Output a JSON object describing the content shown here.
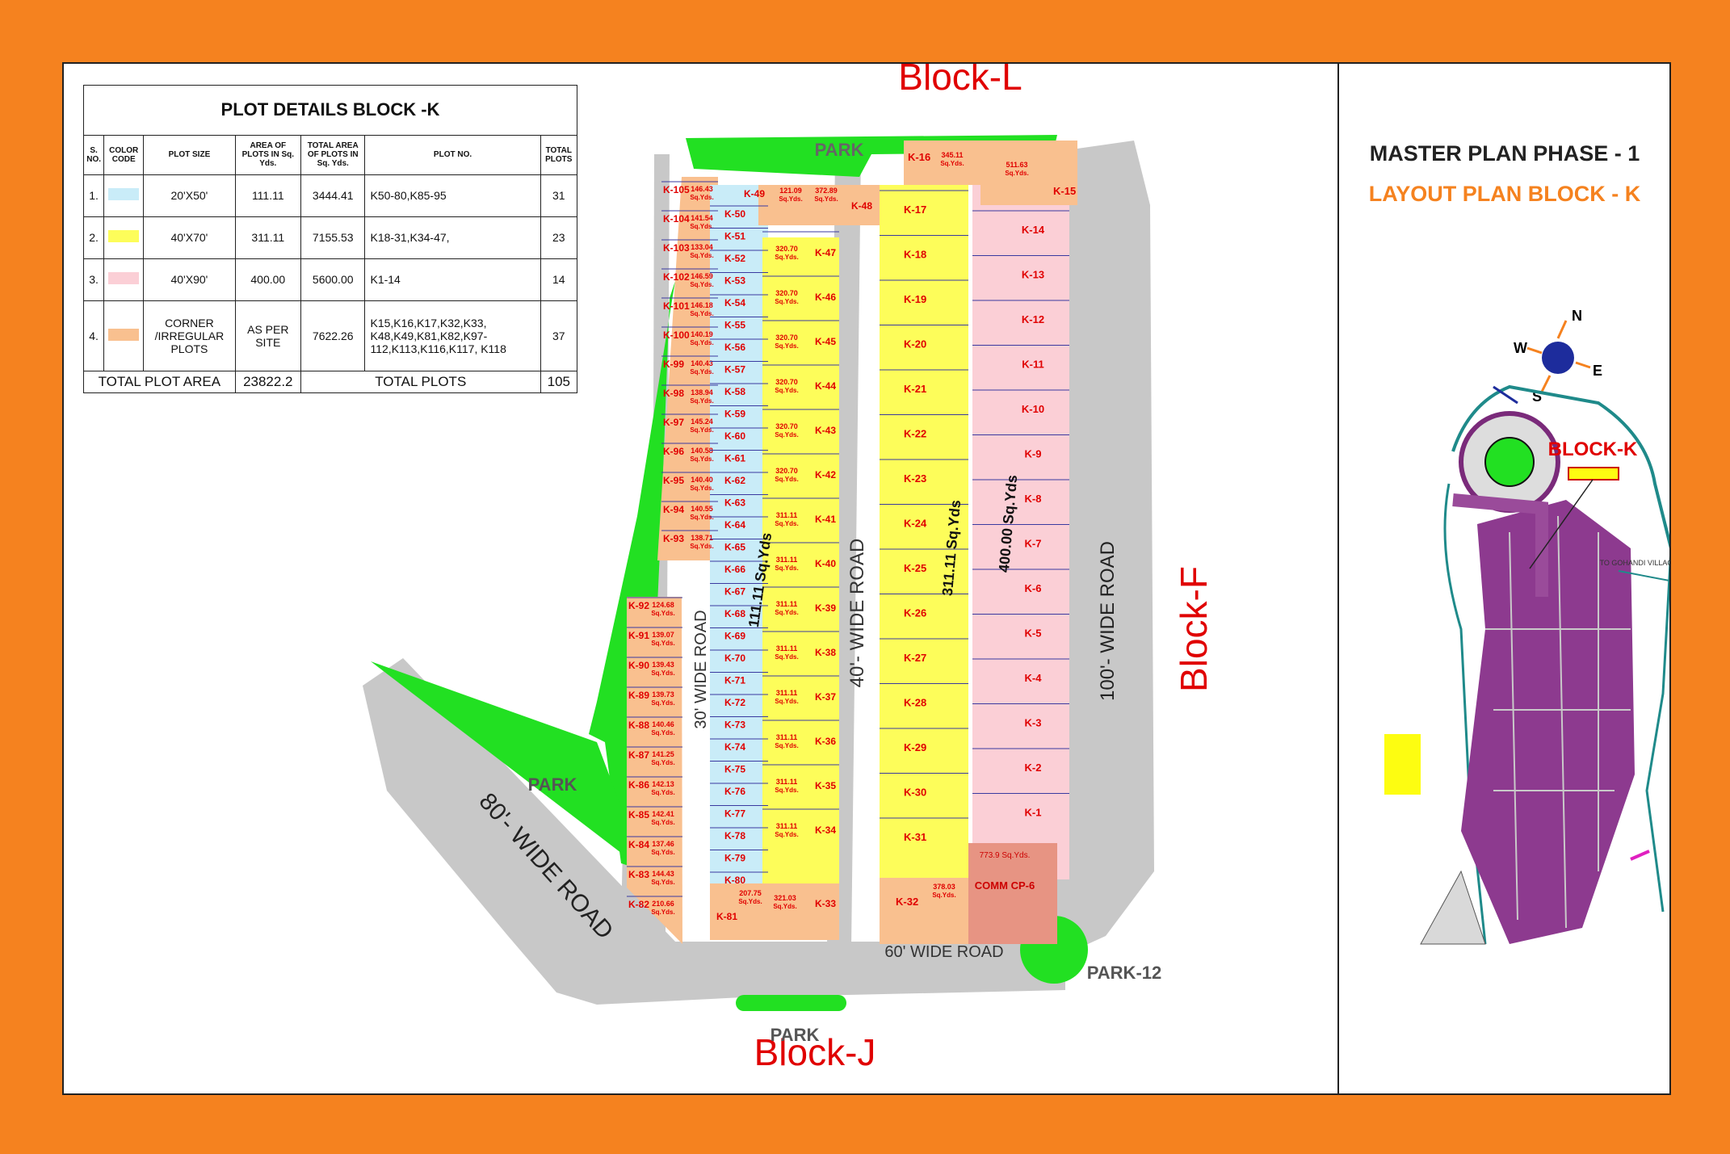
{
  "table": {
    "title": "PLOT DETAILS BLOCK -K",
    "headers": [
      "S. NO.",
      "COLOR CODE",
      "PLOT SIZE",
      "AREA OF PLOTS IN Sq. Yds.",
      "TOTAL AREA OF PLOTS IN Sq. Yds.",
      "PLOT NO.",
      "TOTAL PLOTS"
    ],
    "rows": [
      {
        "sno": "1.",
        "color": "#c9ecf8",
        "size": "20'X50'",
        "area": "111.11",
        "total_area": "3444.41",
        "plots": "K50-80,K85-95",
        "count": "31"
      },
      {
        "sno": "2.",
        "color": "#fdfd5a",
        "size": "40'X70'",
        "area": "311.11",
        "total_area": "7155.53",
        "plots": "K18-31,K34-47,",
        "count": "23"
      },
      {
        "sno": "3.",
        "color": "#fbcfd6",
        "size": "40'X90'",
        "area": "400.00",
        "total_area": "5600.00",
        "plots": "K1-14",
        "count": "14"
      },
      {
        "sno": "4.",
        "color": "#f9c08f",
        "size": "CORNER /IRREGULAR PLOTS",
        "area": "AS PER SITE",
        "total_area": "7622.26",
        "plots": "K15,K16,K17,K32,K33, K48,K49,K81,K82,K97-112,K113,K116,K117, K118",
        "count": "37"
      }
    ],
    "total_area_label": "TOTAL PLOT AREA",
    "total_area_value": "23822.2",
    "total_plots_label": "TOTAL PLOTS",
    "total_plots_value": "105"
  },
  "map": {
    "block_l": "Block-L",
    "block_j": "Block-J",
    "block_f": "Block-F",
    "park": "PARK",
    "park_12": "PARK-12",
    "road_80": "80'- WIDE ROAD",
    "road_60": "60' WIDE ROAD",
    "road_40": "40'- WIDE ROAD",
    "road_30": "30' WIDE ROAD",
    "road_100": "100'- WIDE ROAD",
    "col_label_blue": "111.11 Sq.Yds",
    "col_label_yellow": "311.11 Sq.Yds",
    "col_label_pink": "400.00 Sq.Yds",
    "comm_label": "COMM CP-6",
    "comm_area": "773.9 Sq.Yds.",
    "colors": {
      "road": "#c8c8c8",
      "park": "#22e022",
      "blue": "#c9ecf8",
      "yellow": "#fdfd5a",
      "pink": "#fbcfd6",
      "orange": "#f9c08f",
      "comm": "#e79483",
      "plot_text": "#e00000"
    },
    "far_left_plots": [
      "K-105",
      "K-104",
      "K-103",
      "K-102",
      "K-101",
      "K-100",
      "K-99",
      "K-98",
      "K-97",
      "K-96",
      "K-95",
      "K-94",
      "K-93"
    ],
    "far_left_areas": [
      "146.43",
      "141.54",
      "133.04",
      "146.59",
      "146.18",
      "140.19",
      "140.43",
      "138.94",
      "145.24",
      "140.58",
      "140.40",
      "140.55",
      "138.71"
    ],
    "left_lower_plots": [
      "K-92",
      "K-91",
      "K-90",
      "K-89",
      "K-88",
      "K-87",
      "K-86",
      "K-85",
      "K-84",
      "K-83",
      "K-82"
    ],
    "left_lower_areas": [
      "124.68",
      "139.07",
      "139.43",
      "139.73",
      "140.46",
      "141.25",
      "142.13",
      "142.41",
      "137.46",
      "144.43",
      "210.66"
    ],
    "blue_plots": [
      "K-50",
      "K-51",
      "K-52",
      "K-53",
      "K-54",
      "K-55",
      "K-56",
      "K-57",
      "K-58",
      "K-59",
      "K-60",
      "K-61",
      "K-62",
      "K-63",
      "K-64",
      "K-65",
      "K-66",
      "K-67",
      "K-68",
      "K-69",
      "K-70",
      "K-71",
      "K-72",
      "K-73",
      "K-74",
      "K-75",
      "K-76",
      "K-77",
      "K-78",
      "K-79",
      "K-80"
    ],
    "mid_top_plots": [
      "K-49",
      "K-48"
    ],
    "mid_top_areas": [
      "121.09",
      "372.89"
    ],
    "yellow_mid_plots": [
      "K-47",
      "K-46",
      "K-45",
      "K-44",
      "K-43",
      "K-42",
      "K-41",
      "K-40",
      "K-39",
      "K-38",
      "K-37",
      "K-36",
      "K-35",
      "K-34"
    ],
    "yellow_mid_areas": [
      "320.70",
      "320.70",
      "320.70",
      "320.70",
      "320.70",
      "320.70",
      "311.11",
      "311.11",
      "311.11",
      "311.11",
      "311.11",
      "311.11",
      "311.11",
      "311.11"
    ],
    "k81_label": "K-81",
    "k81_area": "207.75",
    "k33_label": "K-33",
    "k33_area": "321.03",
    "yellow_right_plots": [
      "K-17",
      "K-18",
      "K-19",
      "K-20",
      "K-21",
      "K-22",
      "K-23",
      "K-24",
      "K-25",
      "K-26",
      "K-27",
      "K-28",
      "K-29",
      "K-30",
      "K-31"
    ],
    "pink_plots": [
      "K-14",
      "K-13",
      "K-12",
      "K-11",
      "K-10",
      "K-9",
      "K-8",
      "K-7",
      "K-6",
      "K-5",
      "K-4",
      "K-3",
      "K-2",
      "K-1"
    ],
    "k16_label": "K-16",
    "k16_area": "345.11",
    "k15_label": "K-15",
    "k15_area": "511.63",
    "k32_label": "K-32",
    "k32_area": "378.03",
    "sq_yds": "Sq.Yds."
  },
  "right_panel": {
    "title": "MASTER PLAN PHASE - 1",
    "subtitle": "LAYOUT PLAN BLOCK - K",
    "block_k_label": "BLOCK-K",
    "compass": {
      "n": "N",
      "e": "E",
      "s": "S",
      "w": "W"
    },
    "village_label": "TO GOHANDI VILLAGE"
  }
}
